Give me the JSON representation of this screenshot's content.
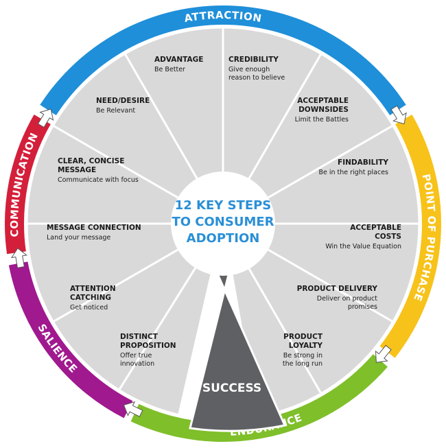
{
  "center": {
    "lines": [
      "12 KEY STEPS",
      "TO CONSUMER",
      "ADOPTION"
    ]
  },
  "success_label": "SUCCESS",
  "ring": [
    {
      "label": "ATTRACTION",
      "color": "#1f8fd9"
    },
    {
      "label": "POINT OF PURCHASE",
      "color": "#f7c21a"
    },
    {
      "label": "ENDURANCE",
      "color": "#7fbf2a"
    },
    {
      "label": "SALIENCE",
      "color": "#a0198f"
    },
    {
      "label": "COMMUNICATION",
      "color": "#d41f3a"
    }
  ],
  "segments": [
    {
      "title": [
        "ADVANTAGE"
      ],
      "sub": [
        "Be Better"
      ]
    },
    {
      "title": [
        "CREDIBILITY"
      ],
      "sub": [
        "Give enough",
        "reason to believe"
      ]
    },
    {
      "title": [
        "ACCEPTABLE",
        "DOWNSIDES"
      ],
      "sub": [
        "Limit the Battles"
      ]
    },
    {
      "title": [
        "FINDABILITY"
      ],
      "sub": [
        "Be in the right places"
      ]
    },
    {
      "title": [
        "ACCEPTABLE",
        "COSTS"
      ],
      "sub": [
        "Win the Value Equation"
      ]
    },
    {
      "title": [
        "PRODUCT DELIVERY"
      ],
      "sub": [
        "Deliver on product",
        "promises"
      ]
    },
    {
      "title": [
        "PRODUCT",
        "LOYALTY"
      ],
      "sub": [
        "Be strong in",
        "the long run"
      ]
    },
    {
      "title": [
        "DISTINCT",
        "PROPOSITION"
      ],
      "sub": [
        "Offer true",
        "innovation"
      ]
    },
    {
      "title": [
        "ATTENTION",
        "CATCHING"
      ],
      "sub": [
        "Get noticed"
      ]
    },
    {
      "title": [
        "MESSAGE CONNECTION"
      ],
      "sub": [
        "Land your message"
      ]
    },
    {
      "title": [
        "CLEAR, CONCISE",
        "MESSAGE"
      ],
      "sub": [
        "Communicate with focus"
      ]
    },
    {
      "title": [
        "NEED/DESIRE"
      ],
      "sub": [
        "Be Relevant"
      ]
    }
  ],
  "colors": {
    "segment_fill": "#d9d9d9",
    "success_fill": "#5f6064",
    "center_text": "#2a8fd6"
  }
}
